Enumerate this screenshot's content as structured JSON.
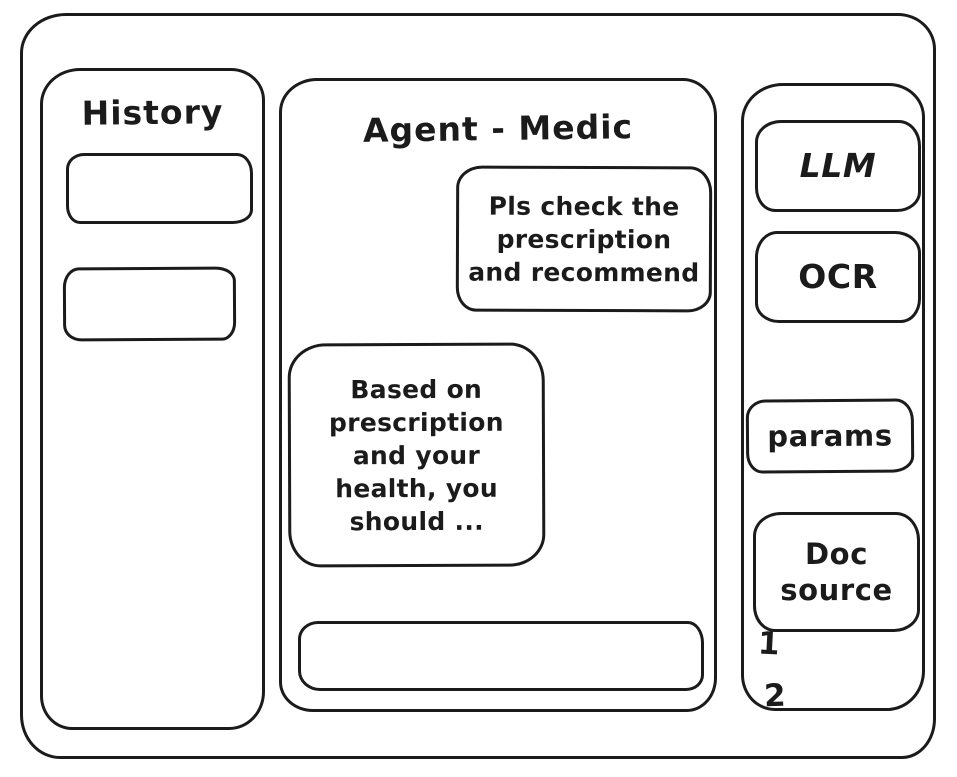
{
  "history_panel": {
    "title": "History",
    "items": [
      {
        "label": ""
      },
      {
        "label": ""
      }
    ]
  },
  "chat_panel": {
    "title": "Agent - Medic",
    "messages": [
      {
        "role": "user",
        "text": "Pls check the prescription and recommend"
      },
      {
        "role": "assistant",
        "text": "Based on prescription and your health, you should ..."
      }
    ],
    "input": {
      "value": "",
      "placeholder": ""
    }
  },
  "tools_panel": {
    "buttons": [
      {
        "label": "LLM"
      },
      {
        "label": "OCR"
      },
      {
        "label": "params"
      },
      {
        "label": "Doc source"
      }
    ],
    "doc_source_items": [
      "1",
      "2"
    ]
  },
  "colors": {
    "stroke": "#1b1b1b",
    "background": "#ffffff"
  }
}
